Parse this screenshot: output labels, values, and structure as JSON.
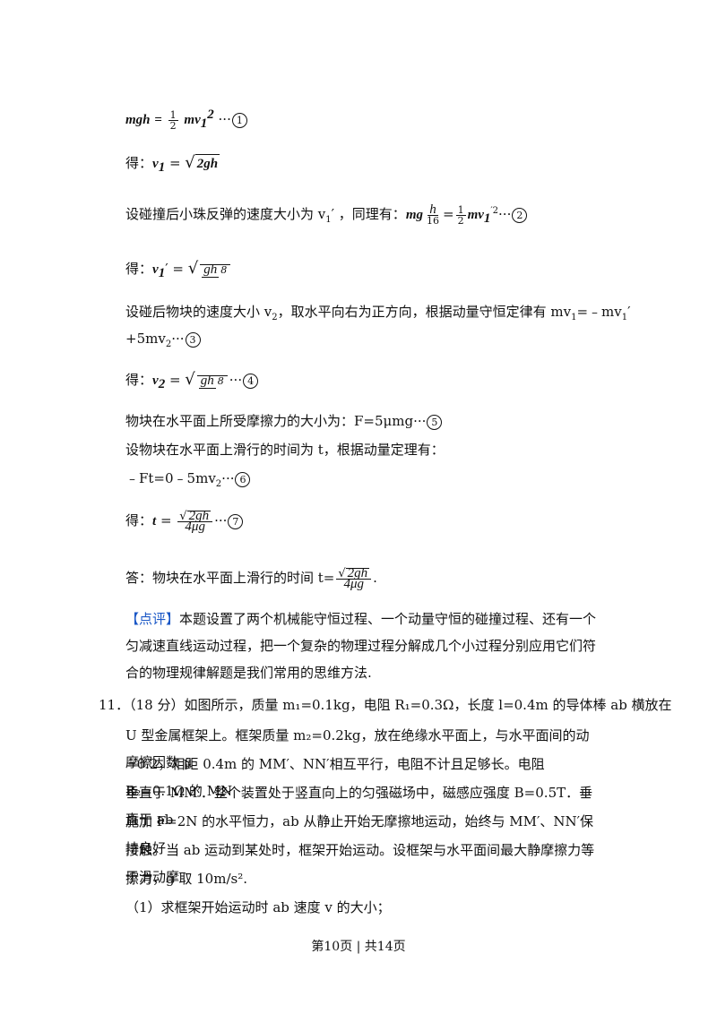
{
  "eq1": {
    "lhs": "mgh",
    "eq": "=",
    "frac_num": "1",
    "frac_den": "2",
    "rhs": "mv",
    "tail": "···",
    "circle": "1"
  },
  "res1": {
    "prefix": "得：",
    "expr": "v",
    "sub": "1",
    "eq": " = ",
    "sqrt": "2gh"
  },
  "line3": {
    "text": "设碰撞后小珠反弹的速度大小为 v",
    "sub": "1",
    "after": "′ ，同理有：",
    "expr": "mg",
    "frac_num": "h",
    "frac_den": "16",
    "eq": "=",
    "half_num": "1",
    "half_den": "2",
    "rhs": "mv",
    "rhs_sub": "1",
    "rhs_sup": "′2",
    "tail": "···",
    "circle": "2"
  },
  "res2": {
    "prefix": "得：",
    "expr": "v",
    "sub": "1",
    "after": "′ = ",
    "sqrt_num": "gh",
    "sqrt_den": "8"
  },
  "line5a": {
    "text": "设碰后物块的速度大小 v",
    "sub": "2",
    "after": "，取水平向右为正方向，根据动量守恒定律有 mv",
    "sub2": "1",
    "after2": "=﹣mv",
    "sub3": "1",
    "after3": "′"
  },
  "line5b": {
    "text": "+5mv",
    "sub": "2",
    "after": "···",
    "circle": "3"
  },
  "res3": {
    "prefix": "得：",
    "expr": "v",
    "sub": "2",
    "eq": " = ",
    "sqrt_num": "gh",
    "sqrt_den": "8",
    "tail": "···",
    "circle": "4"
  },
  "line7": {
    "text": "物块在水平面上所受摩擦力的大小为：F=5μmg···",
    "circle": "5"
  },
  "line8": {
    "text": "设物块在水平面上滑行的时间为 t，根据动量定理有："
  },
  "line9": {
    "text": "﹣Ft=0﹣5mv",
    "sub": "2",
    "after": "···",
    "circle": "6"
  },
  "res4": {
    "prefix": "得：",
    "expr": "t",
    "eq": " = ",
    "num": "2gh",
    "den": "4μg",
    "tail": "···",
    "circle": "7"
  },
  "answer": {
    "text": "答：物块在水平面上滑行的时间 t=",
    "num": "2gh",
    "den": "4μg",
    "end": "."
  },
  "comment": {
    "tag": "【点评】",
    "text": "本题设置了两个机械能守恒过程、一个动量守恒的碰撞过程、还有一个匀减速直线运动过程，把一个复杂的物理过程分解成几个小过程分别应用它们符合的物理规律解题是我们常用的思维方法."
  },
  "q11": {
    "l1": "11．（18 分）如图所示，质量 m₁=0.1kg，电阻 R₁=0.3Ω，长度 l=0.4m 的导体棒 ab 横放在",
    "l2": "U 型金属框架上。框架质量 m₂=0.2kg，放在绝缘水平面上，与水平面间的动摩擦因数 μ",
    "l3": "=0.2，相距 0.4m 的 MM′、NN′相互平行，电阻不计且足够长。电阻 R₂=0.1Ω 的 MN",
    "l4": "垂直于 MM′．整个装置处于竖直向上的匀强磁场中，磁感应强度 B=0.5T．垂直于 ab",
    "l5": "施加 F=2N 的水平恒力，ab 从静止开始无摩擦地运动，始终与 MM′、NN′保持良好",
    "l6": "接触。当 ab 运动到某处时，框架开始运动。设框架与水平面间最大静摩擦力等于滑动摩",
    "l7": "擦力，g 取 10m/s².",
    "sub1": "（1）求框架开始运动时 ab 速度 v 的大小；"
  },
  "footer": "第10页 | 共14页"
}
